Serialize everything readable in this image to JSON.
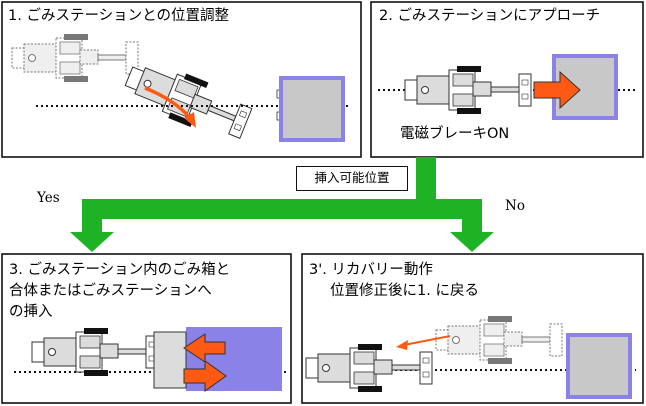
{
  "panels": {
    "step1": {
      "title": "1. ごみステーションとの位置調整"
    },
    "step2": {
      "title": "2. ごみステーションにアプローチ",
      "note": "電磁ブレーキON"
    },
    "step3": {
      "lines": [
        "3. ごみステーション内のごみ箱と",
        "合体またはごみステーションへ",
        "の挿入"
      ]
    },
    "step3b": {
      "lines": [
        "3'. リカバリー動作",
        "位置修正後に1. に戻る"
      ]
    }
  },
  "flow": {
    "condition": "挿入可能位置",
    "yes_label": "Yes",
    "no_label": "No"
  },
  "colors": {
    "arrow_green": "#1db324",
    "arrow_orange": "#ff5a14",
    "station_fill": "#c8c8c8",
    "station_border": "#8a82e6",
    "robot_body": "#dcdcdc",
    "robot_dark": "#707070"
  }
}
